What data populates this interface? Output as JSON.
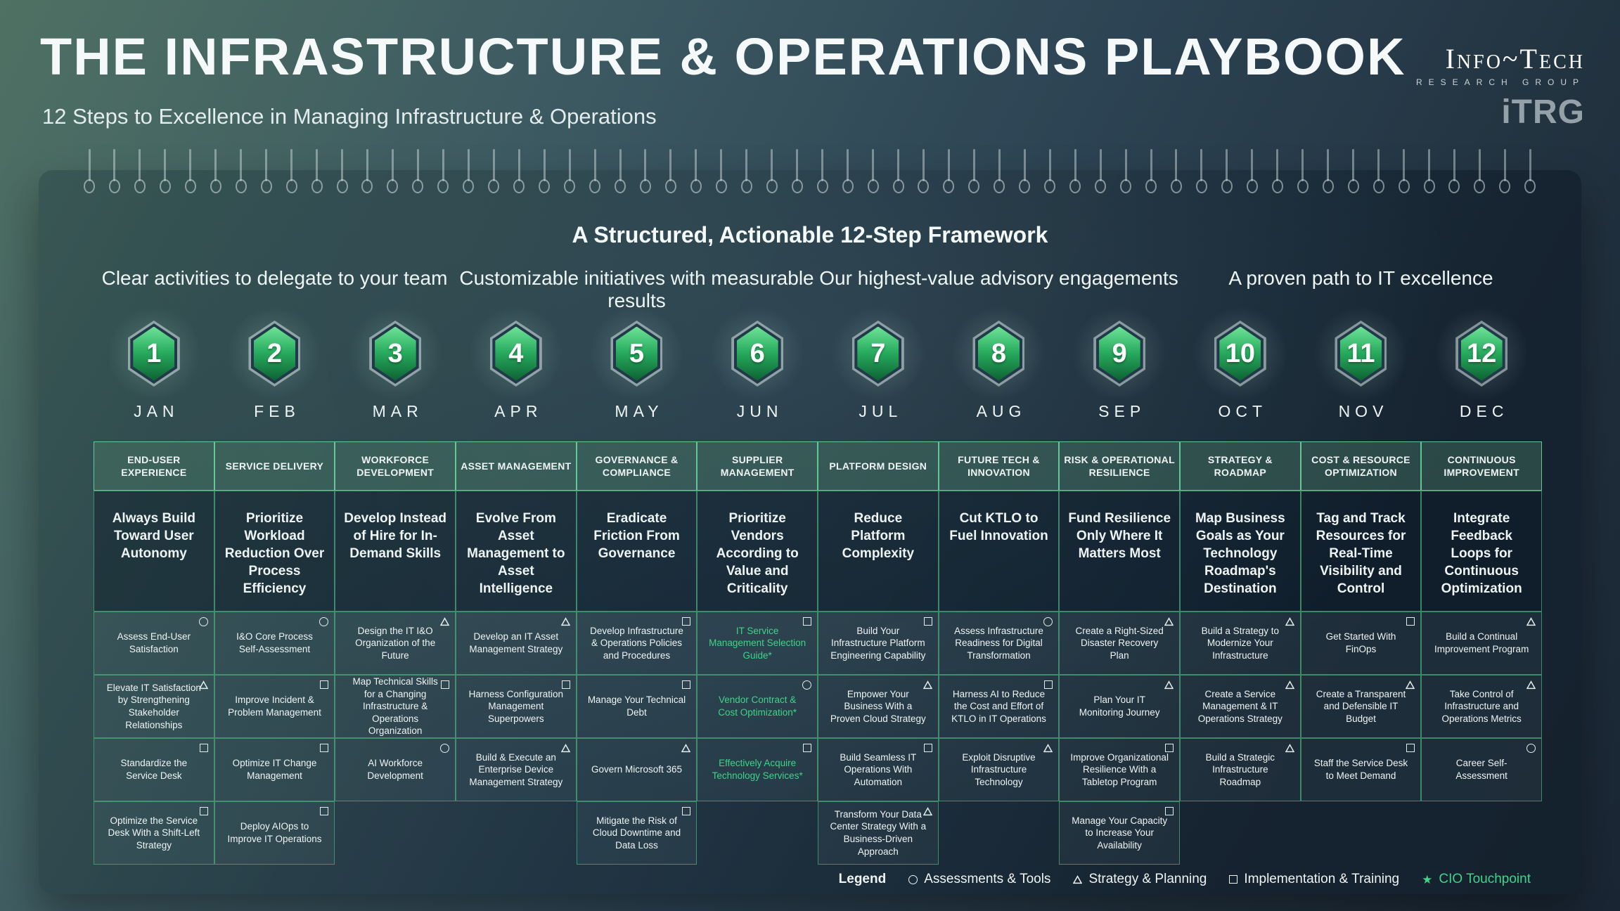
{
  "header": {
    "title": "THE INFRASTRUCTURE & OPERATIONS PLAYBOOK",
    "subtitle": "12 Steps to Excellence in Managing Infrastructure & Operations"
  },
  "logo": {
    "brand": "Info~Tech",
    "sub": "RESEARCH GROUP",
    "itrg": "iTRG"
  },
  "colors": {
    "accent_green_text": "#3ed488",
    "grid_border_green": "#48aa7a",
    "hex_gradient_top": "#6ee297",
    "hex_gradient_bottom": "#0d6132"
  },
  "framework": {
    "title": "A Structured, Actionable 12-Step Framework",
    "groups": [
      "Clear activities to delegate to your team",
      "Customizable initiatives with measurable results",
      "Our highest-value advisory engagements",
      "A proven path to IT excellence"
    ]
  },
  "steps": [
    {
      "number": "1",
      "month": "JAN"
    },
    {
      "number": "2",
      "month": "FEB"
    },
    {
      "number": "3",
      "month": "MAR"
    },
    {
      "number": "4",
      "month": "APR"
    },
    {
      "number": "5",
      "month": "MAY"
    },
    {
      "number": "6",
      "month": "JUN"
    },
    {
      "number": "7",
      "month": "JUL"
    },
    {
      "number": "8",
      "month": "AUG"
    },
    {
      "number": "9",
      "month": "SEP"
    },
    {
      "number": "10",
      "month": "OCT"
    },
    {
      "number": "11",
      "month": "NOV"
    },
    {
      "number": "12",
      "month": "DEC"
    }
  ],
  "table": {
    "columns": [
      {
        "category": "END-USER EXPERIENCE",
        "statement": "Always Build Toward User Autonomy",
        "activities": [
          {
            "label": "Assess End-User Satisfaction",
            "icon": "circle"
          },
          {
            "label": "Elevate IT Satisfaction by Strengthening Stakeholder Relationships",
            "icon": "triangle"
          },
          {
            "label": "Standardize the Service Desk",
            "icon": "square"
          },
          {
            "label": "Optimize the Service Desk With a Shift-Left Strategy",
            "icon": "square"
          }
        ]
      },
      {
        "category": "SERVICE DELIVERY",
        "statement": "Prioritize Workload Reduction Over Process Efficiency",
        "activities": [
          {
            "label": "I&O Core Process Self-Assessment",
            "icon": "circle"
          },
          {
            "label": "Improve Incident & Problem Management",
            "icon": "square"
          },
          {
            "label": "Optimize IT Change Management",
            "icon": "square"
          },
          {
            "label": "Deploy AIOps to Improve IT Operations",
            "icon": "square"
          }
        ]
      },
      {
        "category": "WORKFORCE DEVELOPMENT",
        "statement": "Develop Instead of Hire for In-Demand Skills",
        "activities": [
          {
            "label": "Design the IT I&O Organization of the Future",
            "icon": "triangle"
          },
          {
            "label": "Map Technical Skills for a Changing Infrastructure & Operations Organization",
            "icon": "square"
          },
          {
            "label": "AI Workforce Development",
            "icon": "circle"
          }
        ]
      },
      {
        "category": "ASSET MANAGEMENT",
        "statement": "Evolve From Asset Management to Asset Intelligence",
        "activities": [
          {
            "label": "Develop an IT Asset Management Strategy",
            "icon": "triangle"
          },
          {
            "label": "Harness Configuration Management Superpowers",
            "icon": "square"
          },
          {
            "label": "Build & Execute an Enterprise Device Management Strategy",
            "icon": "triangle"
          }
        ]
      },
      {
        "category": "GOVERNANCE & COMPLIANCE",
        "statement": "Eradicate Friction From Governance",
        "activities": [
          {
            "label": "Develop Infrastructure & Operations Policies and Procedures",
            "icon": "square"
          },
          {
            "label": "Manage Your Technical Debt",
            "icon": "square"
          },
          {
            "label": "Govern Microsoft 365",
            "icon": "triangle"
          },
          {
            "label": "Mitigate the Risk of Cloud Downtime and Data Loss",
            "icon": "square"
          }
        ]
      },
      {
        "category": "SUPPLIER MANAGEMENT",
        "statement": "Prioritize Vendors According to Value and Criticality",
        "activities": [
          {
            "label": "IT Service Management Selection Guide*",
            "icon": "square",
            "accent": true
          },
          {
            "label": "Vendor Contract & Cost Optimization*",
            "icon": "circle",
            "accent": true
          },
          {
            "label": "Effectively Acquire Technology Services*",
            "icon": "square",
            "accent": true
          }
        ]
      },
      {
        "category": "PLATFORM DESIGN",
        "statement": "Reduce Platform Complexity",
        "activities": [
          {
            "label": "Build Your Infrastructure Platform Engineering Capability",
            "icon": "square"
          },
          {
            "label": "Empower Your Business With a Proven Cloud Strategy",
            "icon": "triangle"
          },
          {
            "label": "Build Seamless IT Operations With Automation",
            "icon": "square"
          },
          {
            "label": "Transform Your Data Center Strategy With a Business-Driven Approach",
            "icon": "triangle"
          }
        ]
      },
      {
        "category": "FUTURE TECH & INNOVATION",
        "statement": "Cut KTLO to Fuel Innovation",
        "activities": [
          {
            "label": "Assess Infrastructure Readiness for Digital Transformation",
            "icon": "circle"
          },
          {
            "label": "Harness AI to Reduce the Cost and Effort of KTLO in IT Operations",
            "icon": "square"
          },
          {
            "label": "Exploit Disruptive Infrastructure Technology",
            "icon": "triangle"
          }
        ]
      },
      {
        "category": "RISK & OPERATIONAL RESILIENCE",
        "statement": "Fund Resilience Only Where It Matters Most",
        "activities": [
          {
            "label": "Create a Right-Sized Disaster Recovery Plan",
            "icon": "triangle"
          },
          {
            "label": "Plan Your IT Monitoring Journey",
            "icon": "triangle"
          },
          {
            "label": "Improve Organizational Resilience With a Tabletop Program",
            "icon": "square"
          },
          {
            "label": "Manage Your Capacity to Increase Your Availability",
            "icon": "square"
          }
        ]
      },
      {
        "category": "STRATEGY & ROADMAP",
        "statement": "Map Business Goals as Your Technology Roadmap's Destination",
        "activities": [
          {
            "label": "Build a Strategy to Modernize Your Infrastructure",
            "icon": "triangle"
          },
          {
            "label": "Create a Service Management & IT Operations Strategy",
            "icon": "triangle"
          },
          {
            "label": "Build a Strategic Infrastructure Roadmap",
            "icon": "triangle"
          }
        ]
      },
      {
        "category": "COST & RESOURCE OPTIMIZATION",
        "statement": "Tag and Track Resources for Real-Time Visibility and Control",
        "activities": [
          {
            "label": "Get Started With FinOps",
            "icon": "square"
          },
          {
            "label": "Create a Transparent and Defensible IT Budget",
            "icon": "triangle"
          },
          {
            "label": "Staff the Service Desk to Meet Demand",
            "icon": "square"
          }
        ]
      },
      {
        "category": "CONTINUOUS IMPROVEMENT",
        "statement": "Integrate Feedback Loops for Continuous Optimization",
        "activities": [
          {
            "label": "Build a Continual Improvement Program",
            "icon": "triangle"
          },
          {
            "label": "Take Control of Infrastructure and Operations Metrics",
            "icon": "triangle"
          },
          {
            "label": "Career Self-Assessment",
            "icon": "circle"
          }
        ]
      }
    ]
  },
  "legend": {
    "label": "Legend",
    "items": [
      {
        "icon": "circle",
        "label": "Assessments & Tools"
      },
      {
        "icon": "triangle",
        "label": "Strategy & Planning"
      },
      {
        "icon": "square",
        "label": "Implementation & Training"
      },
      {
        "icon": "star",
        "label": "CIO Touchpoint",
        "color": "#3ed488"
      }
    ]
  }
}
